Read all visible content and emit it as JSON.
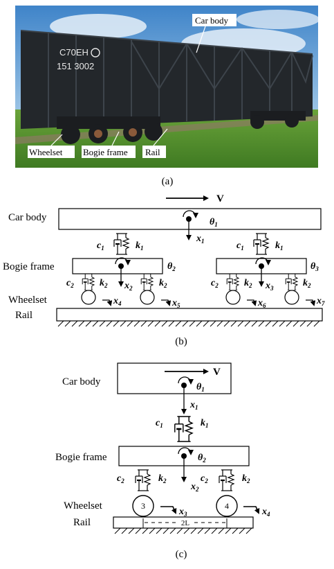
{
  "photo": {
    "car_number_line1": "C70EH",
    "car_number_line2": "151 3002",
    "callouts": {
      "car_body": "Car body",
      "wheelset": "Wheelset",
      "bogie_frame": "Bogie frame",
      "rail": "Rail"
    },
    "colors": {
      "sky": "#6fa7d6",
      "grass": "#4f8c2a",
      "car": "#23272b"
    }
  },
  "captions": {
    "a": "(a)",
    "b": "(b)",
    "c": "(c)"
  },
  "diagram_b": {
    "labels": {
      "car_body": "Car body",
      "bogie_frame": "Bogie frame",
      "wheelset": "Wheelset",
      "rail": "Rail"
    },
    "velocity": "V",
    "symbols": {
      "theta": "θ",
      "theta_1": "1",
      "theta_2": "2",
      "theta_3": "3",
      "c": "c",
      "k": "k",
      "x": "x",
      "one": "1",
      "two": "2",
      "three": "3",
      "four": "4",
      "five": "5",
      "six": "6",
      "seven": "7"
    }
  },
  "diagram_c": {
    "labels": {
      "car_body": "Car body",
      "bogie_frame": "Bogie frame",
      "wheelset": "Wheelset",
      "rail": "Rail"
    },
    "velocity": "V",
    "wheel_numbers": [
      "3",
      "4"
    ],
    "spacing": "2L"
  }
}
